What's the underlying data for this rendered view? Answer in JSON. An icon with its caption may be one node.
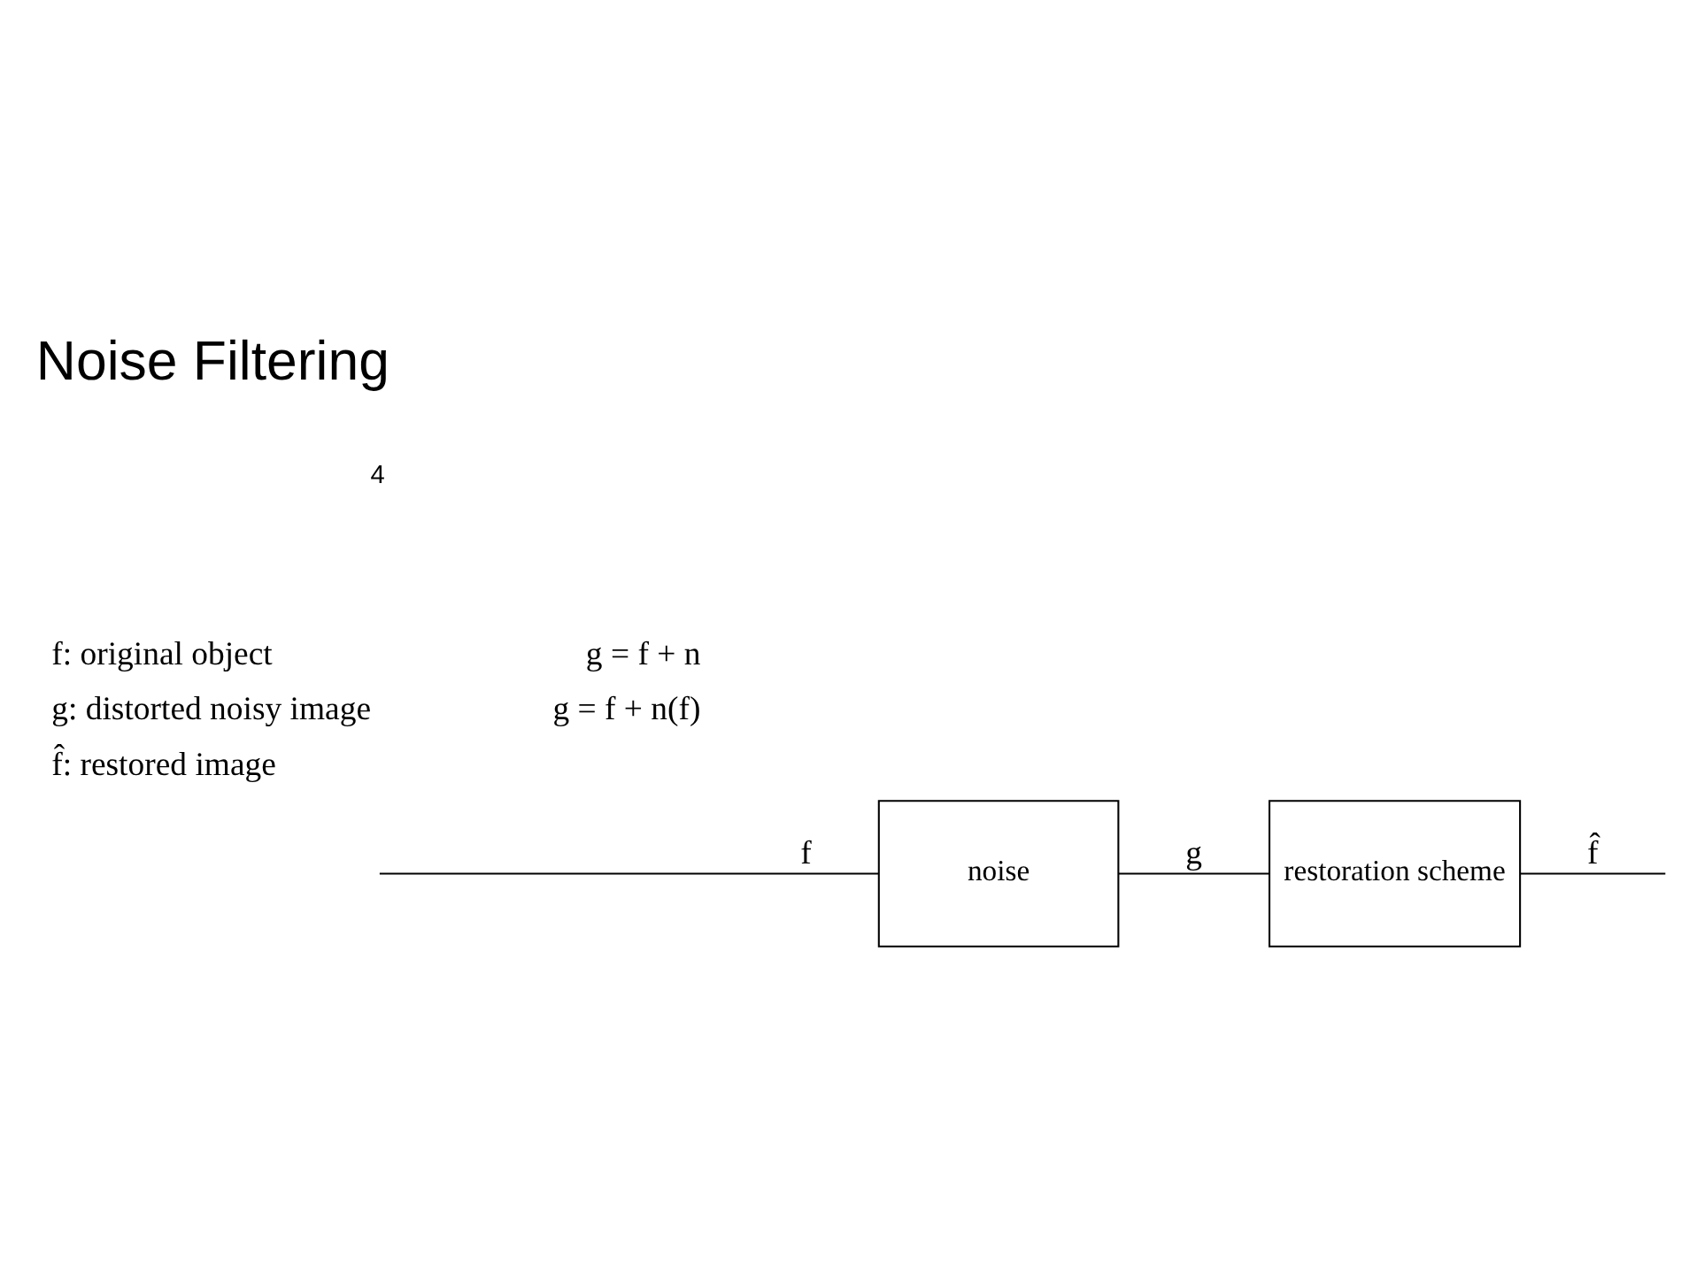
{
  "diagram": {
    "title": "Noise Filtering",
    "nodes": [
      {
        "text": [
          "noise"
        ]
      },
      {
        "text": [
          "restoration scheme"
        ]
      }
    ],
    "edges": [
      {
        "from": null,
        "to": 0,
        "arrow": "none",
        "label": "f"
      },
      {
        "from": 0,
        "to": 1,
        "arrow": "none",
        "label": "g"
      },
      {
        "from": 1,
        "to": null,
        "arrow": "none",
        "label": "f̂"
      }
    ],
    "labels": [
      "f: original object",
      "g = f + n",
      "g: distorted noisy image",
      "f̂: restored image",
      "g = f + n(f)",
      "4"
    ]
  }
}
